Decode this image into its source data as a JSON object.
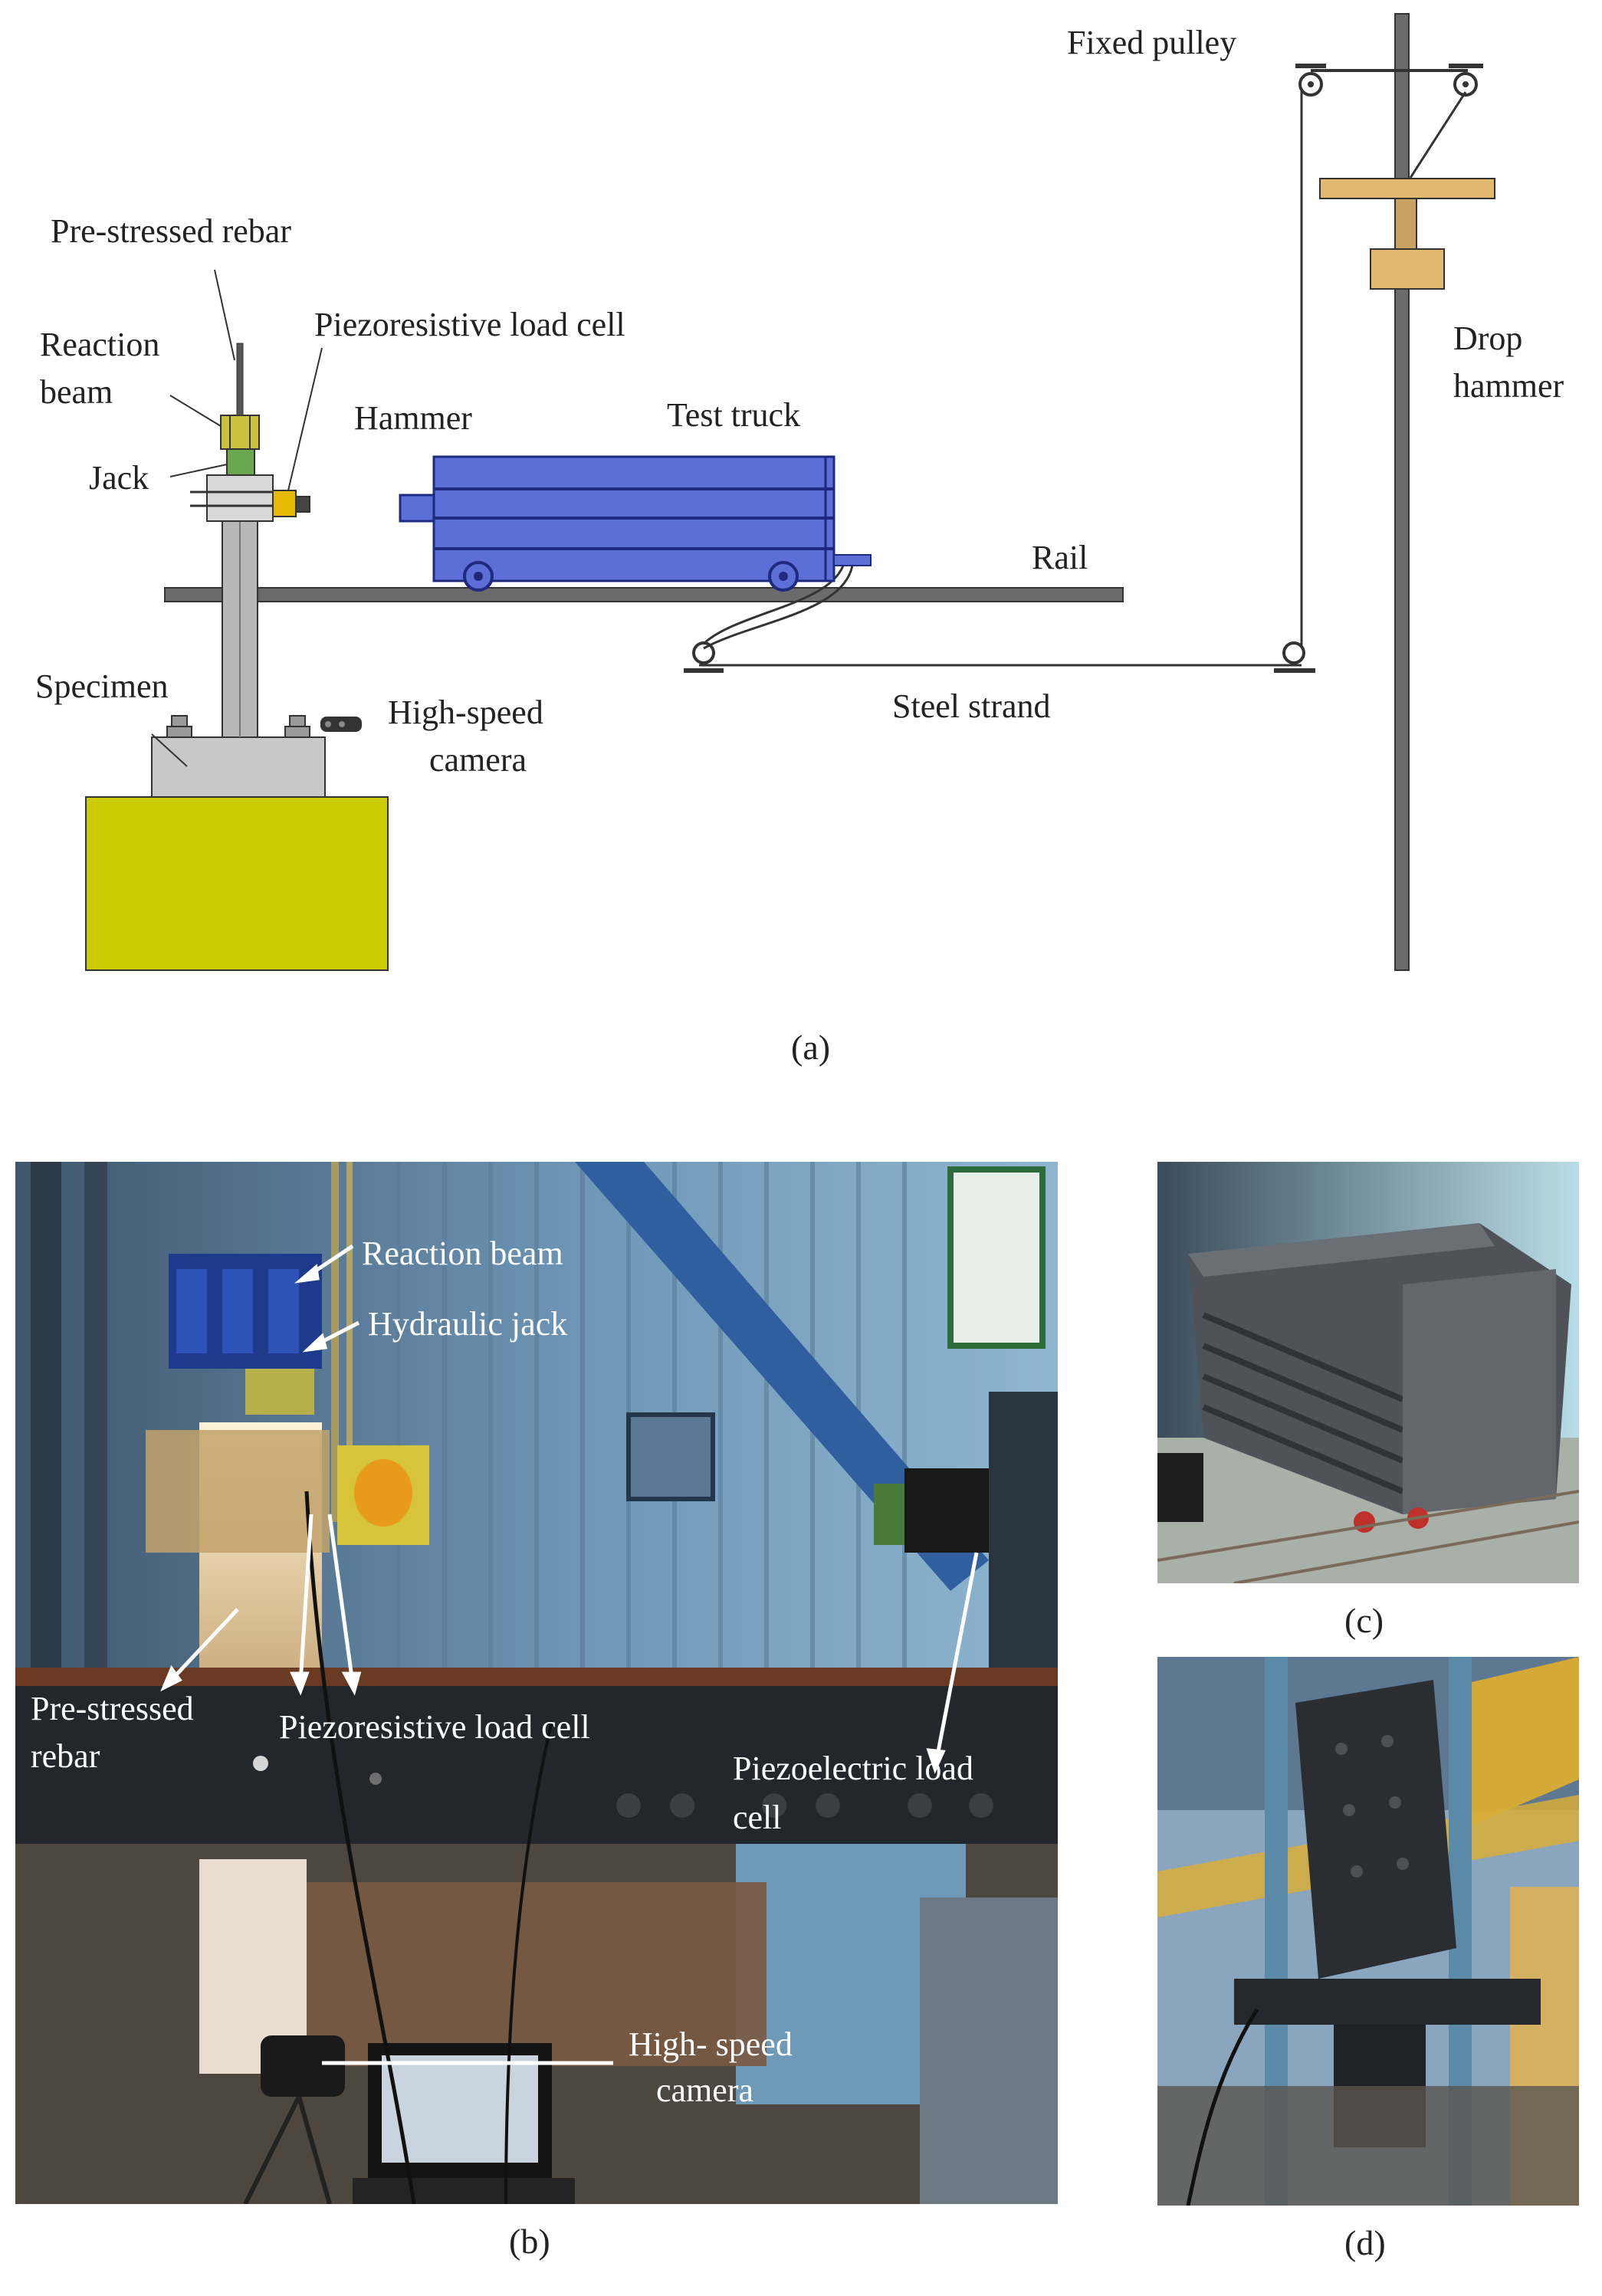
{
  "panel_a": {
    "caption": "(a)",
    "labels": {
      "fixed_pulley": "Fixed pulley",
      "pre_stressed_rebar": "Pre-stressed rebar",
      "reaction_beam_1": "Reaction",
      "reaction_beam_2": "beam",
      "piezoresistive_load_cell": "Piezoresistive load cell",
      "hammer": "Hammer",
      "test_truck": "Test truck",
      "jack": "Jack",
      "rail": "Rail",
      "drop_hammer_1": "Drop",
      "drop_hammer_2": "hammer",
      "specimen": "Specimen",
      "high_speed_camera_1": "High-speed",
      "high_speed_camera_2": "camera",
      "steel_strand": "Steel strand"
    },
    "colors": {
      "truck": "#5b6fd6",
      "base": "#cccc00",
      "specimen": "#c8c8c8",
      "drop_hammer": "#e0b870",
      "rail": "#6b6b6b"
    }
  },
  "panel_b": {
    "caption": "(b)",
    "labels": {
      "reaction_beam": "Reaction beam",
      "hydraulic_jack": "Hydraulic jack",
      "pre_stressed_1": "Pre-stressed",
      "pre_stressed_2": "rebar",
      "piezoresistive_load_cell": "Piezoresistive load cell",
      "piezoelectric_1": "Piezoelectric load",
      "piezoelectric_2": "cell",
      "high_speed_1": "High- speed",
      "high_speed_2": "camera"
    }
  },
  "panel_c": {
    "caption": "(c)"
  },
  "panel_d": {
    "caption": "(d)"
  }
}
